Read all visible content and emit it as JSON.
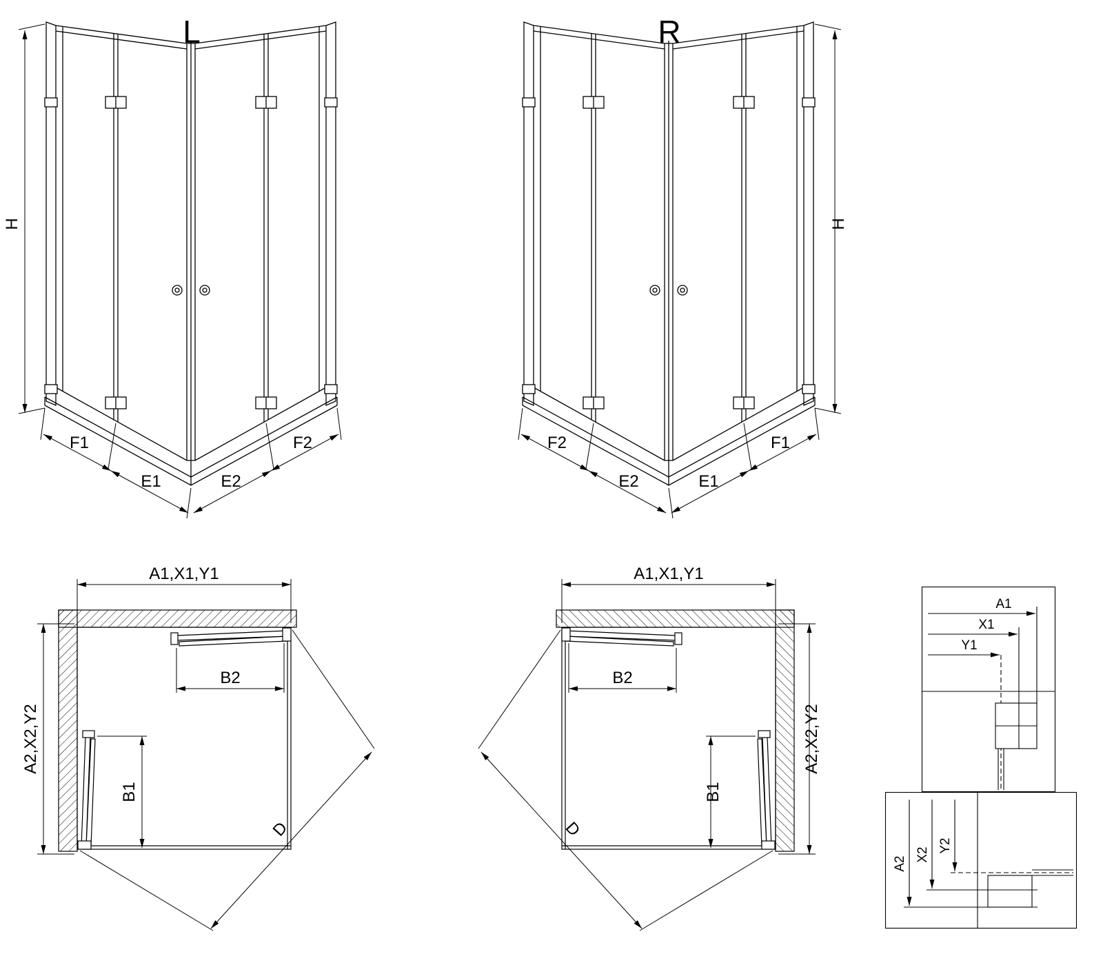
{
  "drawing": {
    "iso_left": {
      "label": "L",
      "height_dim": "H",
      "bottom_dims_left": [
        "F1",
        "E1"
      ],
      "bottom_dims_right": [
        "E2",
        "F2"
      ]
    },
    "iso_right": {
      "label": "R",
      "height_dim": "H",
      "bottom_dims_left": [
        "F2",
        "E2"
      ],
      "bottom_dims_right": [
        "E1",
        "F1"
      ]
    },
    "plan_left": {
      "width_dim": "A1,X1,Y1",
      "depth_dim": "A2,X2,Y2",
      "door_width_dim": "B2",
      "door_depth_dim": "B1",
      "diagonal_dim": "D"
    },
    "plan_right": {
      "width_dim": "A1,X1,Y1",
      "depth_dim": "A2,X2,Y2",
      "door_width_dim": "B2",
      "door_depth_dim": "B1",
      "diagonal_dim": "D"
    },
    "detail_width": {
      "dims": [
        "A1",
        "X1",
        "Y1"
      ]
    },
    "detail_depth": {
      "dims": [
        "A2",
        "X2",
        "Y2"
      ]
    },
    "colors": {
      "line": "#000000",
      "background": "#ffffff"
    }
  }
}
